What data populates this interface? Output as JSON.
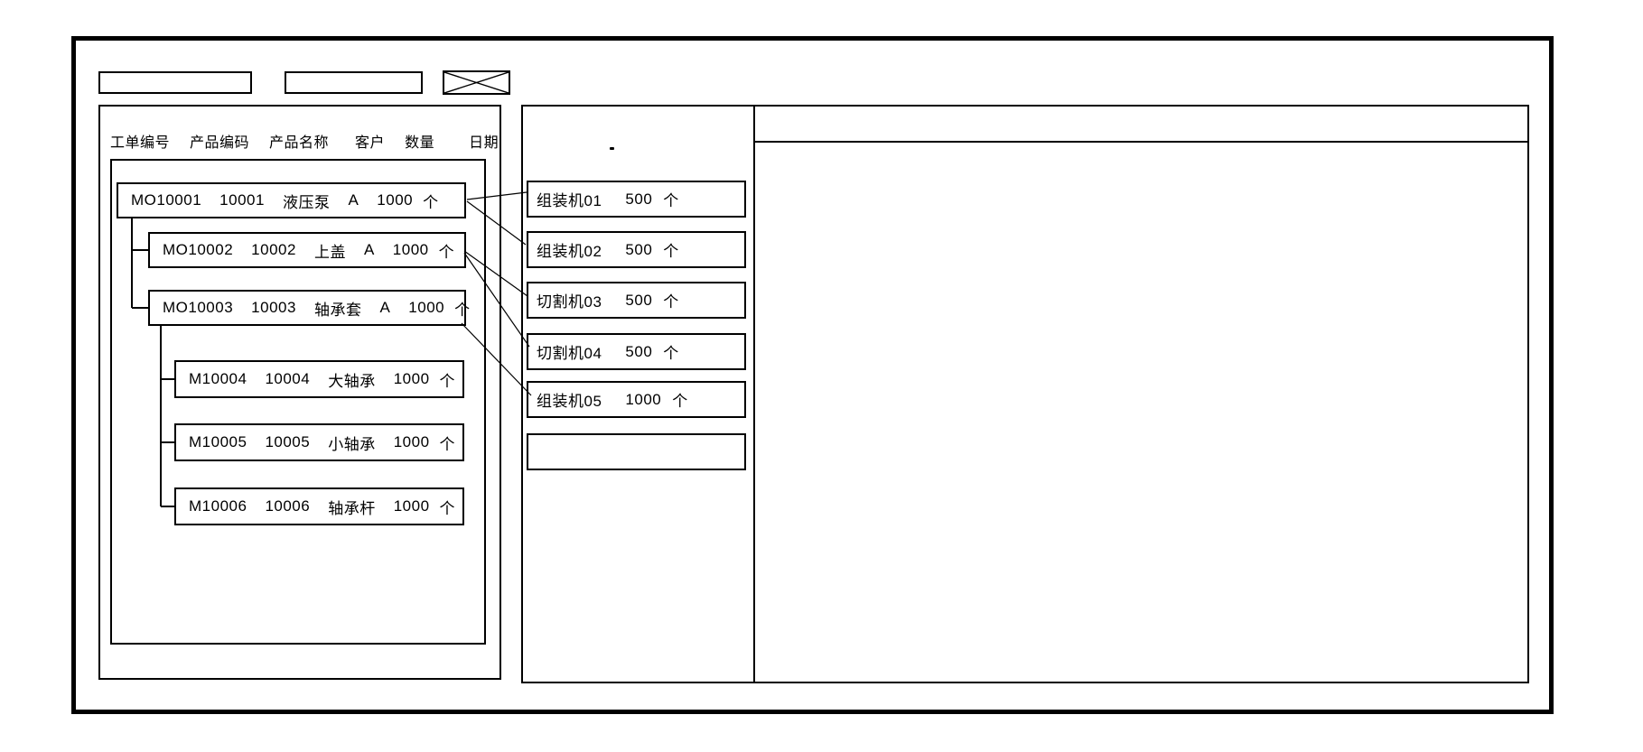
{
  "colors": {
    "line": "#000000",
    "background": "#ffffff"
  },
  "toolbar": {
    "input1_value": "",
    "input2_value": ""
  },
  "order_panel": {
    "columns": [
      "工单编号",
      "产品编码",
      "产品名称",
      "客户",
      "数量",
      "日期"
    ],
    "orders": [
      {
        "parts": [
          "MO10001",
          "10001",
          "液压泵",
          "A",
          "1000",
          "个"
        ]
      },
      {
        "parts": [
          "MO10002",
          "10002",
          "上盖",
          "A",
          "1000",
          "个"
        ]
      },
      {
        "parts": [
          "MO10003",
          "10003",
          "轴承套",
          "A",
          "1000",
          "个"
        ]
      },
      {
        "parts": [
          "M10004",
          "10004",
          "大轴承",
          "1000",
          "个"
        ]
      },
      {
        "parts": [
          "M10005",
          "10005",
          "小轴承",
          "1000",
          "个"
        ]
      },
      {
        "parts": [
          "M10006",
          "10006",
          "轴承杆",
          "1000",
          "个"
        ]
      }
    ]
  },
  "machine_panel": {
    "dot": ".",
    "machines": [
      {
        "parts": [
          "组装机01",
          "500",
          "个"
        ]
      },
      {
        "parts": [
          "组装机02",
          "500",
          "个"
        ]
      },
      {
        "parts": [
          "切割机03",
          "500",
          "个"
        ]
      },
      {
        "parts": [
          "切割机04",
          "500",
          "个"
        ]
      },
      {
        "parts": [
          "组装机05",
          "1000",
          "个"
        ]
      },
      {
        "parts": [
          "",
          "",
          ""
        ]
      }
    ]
  },
  "detail_panel": {
    "header_text": ""
  }
}
